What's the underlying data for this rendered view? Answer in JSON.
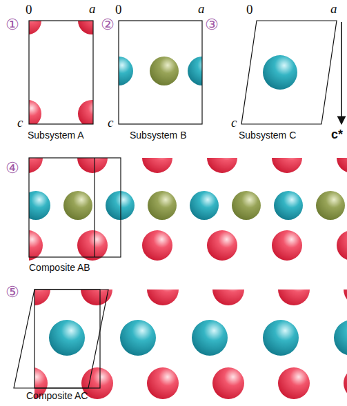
{
  "diagram": {
    "labels": [
      "①",
      "0",
      "a",
      "c",
      "Subsystem A",
      "②",
      "0",
      "a",
      "c",
      "Subsystem B",
      "③",
      "0",
      "a",
      "c",
      "Subsystem C",
      "c*",
      "④",
      "Composite AB",
      "⑤",
      "Composite AC"
    ]
  }
}
